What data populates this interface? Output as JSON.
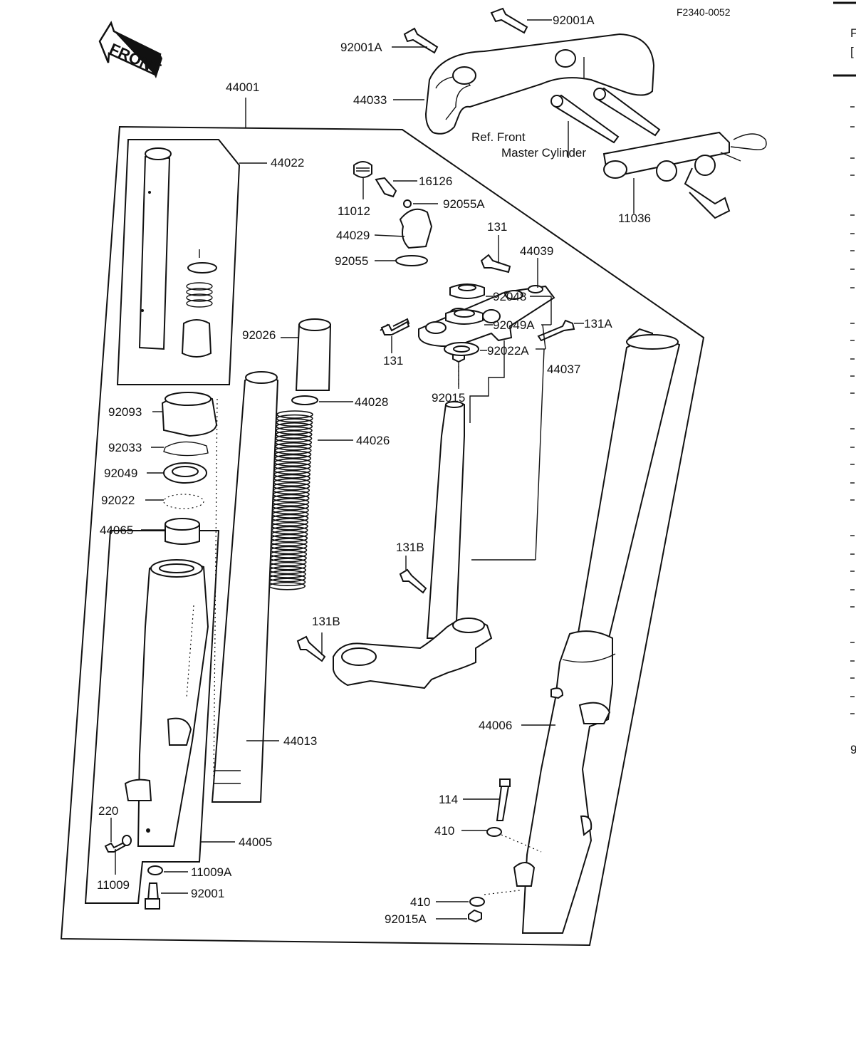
{
  "figure_code": "F2340-0052",
  "direction_label": "FRONT",
  "reference_note": {
    "line1": "Ref. Front",
    "line2": "Master Cylinder"
  },
  "edge_fragments": [
    "F",
    "[",
    "9"
  ],
  "callouts": {
    "c44001": "44001",
    "c92001A_top": "92001A",
    "c92001A_left": "92001A",
    "c44033": "44033",
    "c44022": "44022",
    "c16126": "16126",
    "c11012": "11012",
    "c92055A": "92055A",
    "c44029": "44029",
    "c92055": "92055",
    "c11036": "11036",
    "c131_top": "131",
    "c44039": "44039",
    "c131A": "131A",
    "c92026": "92026",
    "c131_mid": "131",
    "c92015": "92015",
    "c44028": "44028",
    "c92093": "92093",
    "c44026": "44026",
    "c92033": "92033",
    "c92048": "92048",
    "c92049": "92049",
    "c92049A": "92049A",
    "c92022": "92022",
    "c92022A": "92022A",
    "c44065": "44065",
    "c44037": "44037",
    "c131B_top": "131B",
    "c131B_low": "131B",
    "c44006": "44006",
    "c44013": "44013",
    "c114": "114",
    "c220": "220",
    "c410_top": "410",
    "c44005": "44005",
    "c11009A": "11009A",
    "c11009": "11009",
    "c92001": "92001",
    "c410_low": "410",
    "c92015A": "92015A"
  }
}
